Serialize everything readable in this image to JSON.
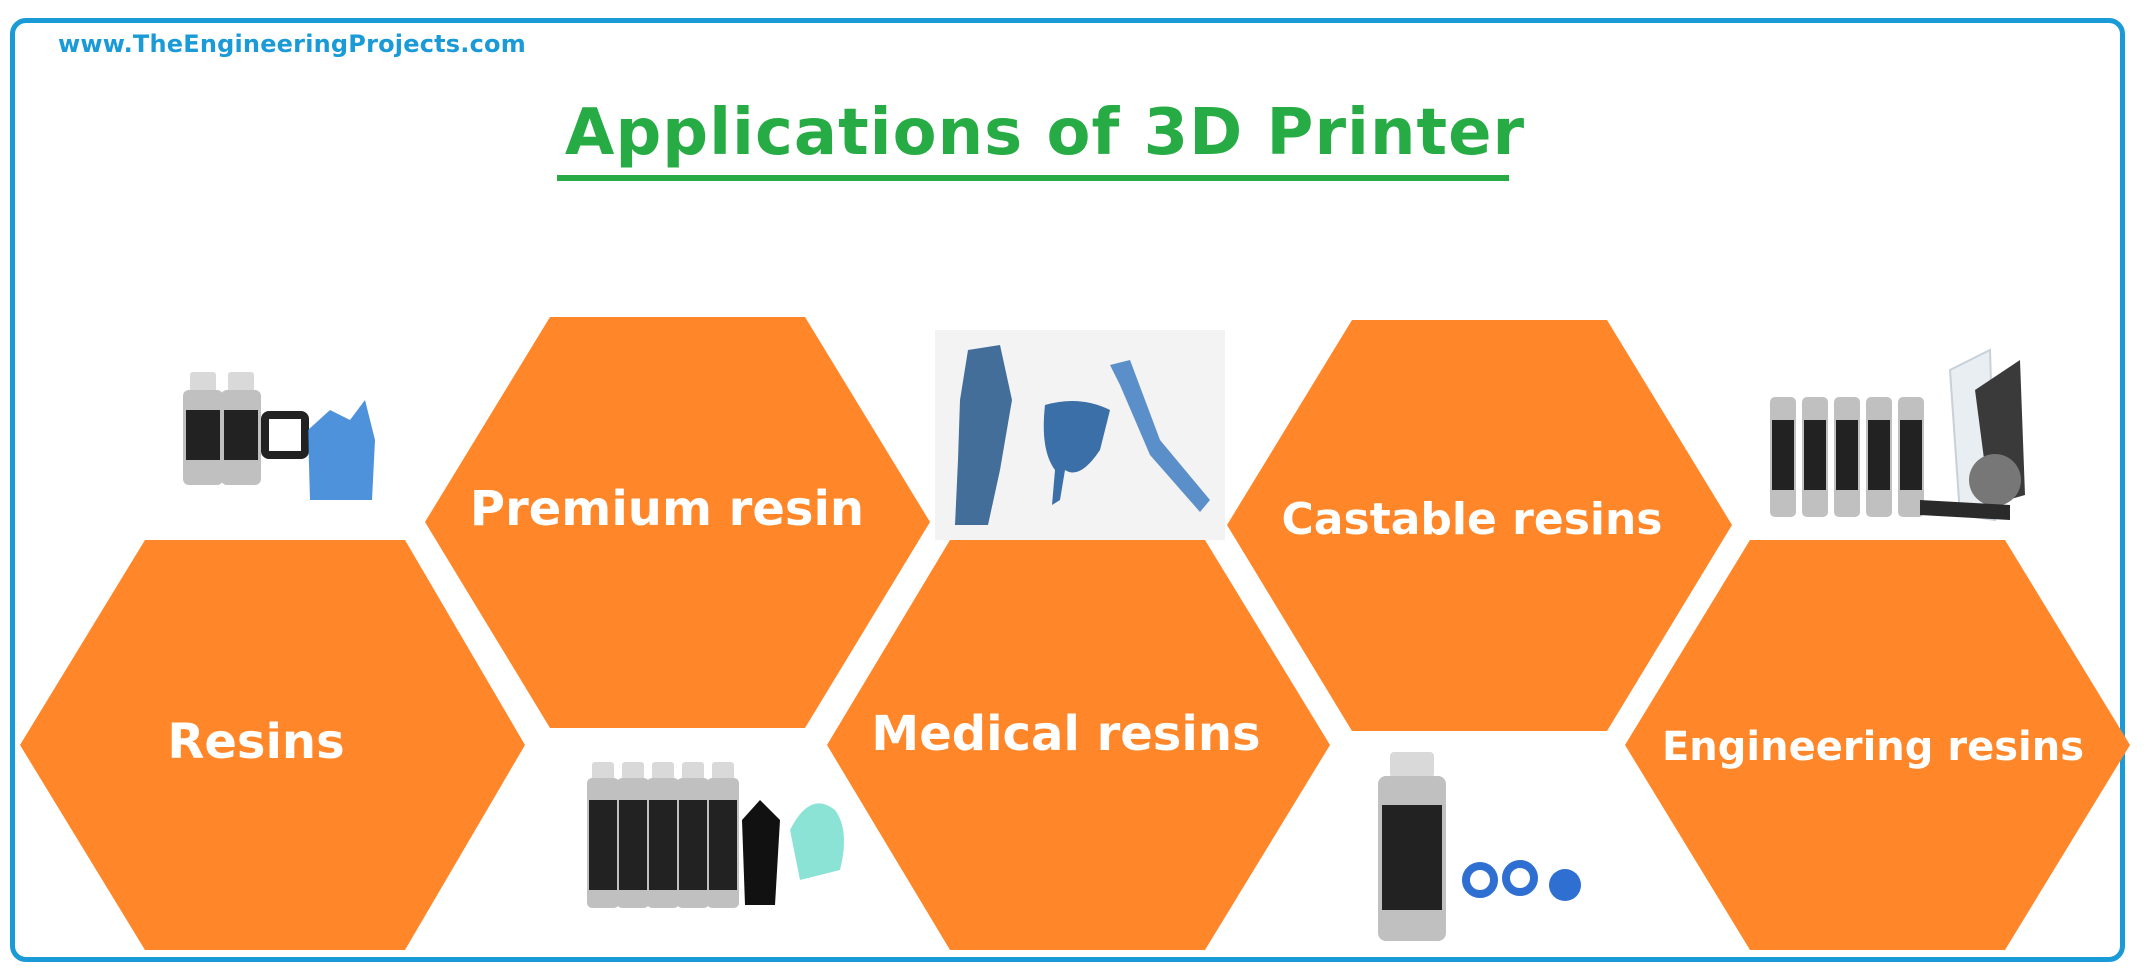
{
  "site": {
    "url": "www.TheEngineeringProjects.com"
  },
  "title": "Applications of 3D Printer",
  "colors": {
    "hex_fill": "#ff8629",
    "title": "#27ac45",
    "accent": "#1a9ad6"
  },
  "hexagons": [
    {
      "label": "Resins"
    },
    {
      "label": "Premium resin"
    },
    {
      "label": "Medical resins"
    },
    {
      "label": "Castable resins"
    },
    {
      "label": "Engineering resins"
    }
  ],
  "illustrations": [
    {
      "name": "resin-bottles-blue-parts-icon"
    },
    {
      "name": "resin-bottles-white-parts-icon"
    },
    {
      "name": "medical-printed-cast-bone-icon"
    },
    {
      "name": "castable-resin-bottle-rings-icon"
    },
    {
      "name": "engineering-resin-bottles-parts-icon"
    }
  ]
}
